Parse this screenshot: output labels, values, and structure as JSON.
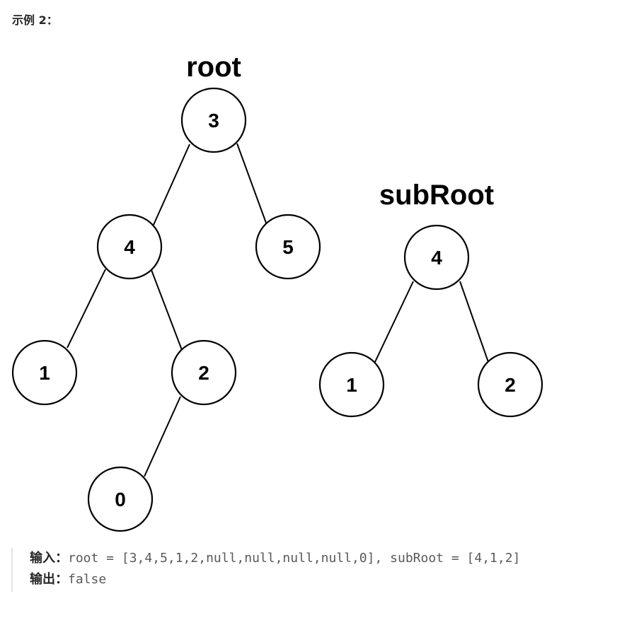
{
  "heading": "示例 2：",
  "diagram": {
    "root_title": "root",
    "subroot_title": "subRoot",
    "root_tree": [
      {
        "id": "r3",
        "label": "3"
      },
      {
        "id": "r4",
        "label": "4"
      },
      {
        "id": "r5",
        "label": "5"
      },
      {
        "id": "r1",
        "label": "1"
      },
      {
        "id": "r2",
        "label": "2"
      },
      {
        "id": "r0",
        "label": "0"
      }
    ],
    "subroot_tree": [
      {
        "id": "s4",
        "label": "4"
      },
      {
        "id": "s1",
        "label": "1"
      },
      {
        "id": "s2",
        "label": "2"
      }
    ]
  },
  "example": {
    "input_label": "输入：",
    "input_value": "root = [3,4,5,1,2,null,null,null,null,0], subRoot = [4,1,2]",
    "output_label": "输出：",
    "output_value": "false"
  }
}
